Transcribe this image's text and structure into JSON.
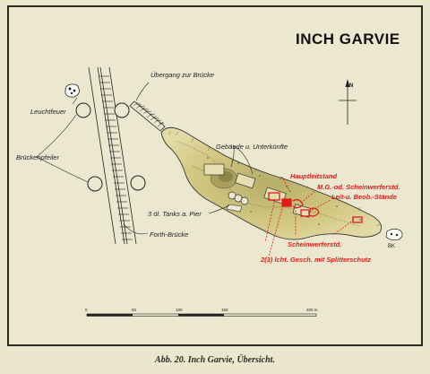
{
  "title": "INCH GARVIE",
  "caption": "Abb. 20. Inch Garvie, Übersicht.",
  "labels": {
    "leuchtfeuer": "Leuchtfeuer",
    "uebergang": "Übergang zur Brücke",
    "brueckenpfeiler": "Brückenpfeiler",
    "gebaeude": "Gebäude u. Unterkünfte",
    "tanks": "3 öl. Tanks a. Pier",
    "forth_bruecke": "Forth-Brücke",
    "bk": "BK"
  },
  "red_labels": {
    "hauptleitstand": "Hauptleitstand",
    "mg_scheinwerferstd": "M.G.-od. Scheinwerferstd.",
    "leit_beob": "Leit-u. Beob.-Stände",
    "scheinwerferstd": "Scheinwerferstd.",
    "gesch": "2(3) lcht. Gesch. mit Splitterschutz"
  },
  "scale": {
    "ticks": [
      "0",
      "50",
      "100",
      "150",
      "200 m"
    ]
  },
  "north_label": "N",
  "colors": {
    "paper": "#ebe7cd",
    "island_fill": "#d6cc86",
    "island_dark": "#9f9656",
    "red": "#e21a1a",
    "ink": "#222222"
  }
}
